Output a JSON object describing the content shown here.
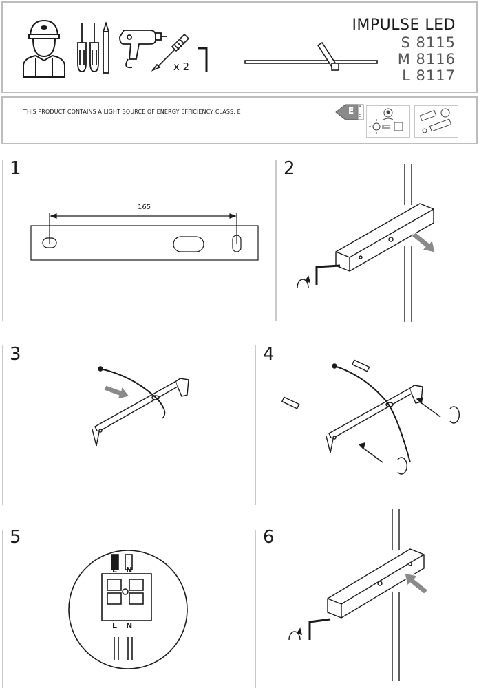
{
  "header": {
    "product_title": "IMPULSE LED",
    "models": [
      "S 8115",
      "M 8116",
      "L 8117"
    ],
    "screw_count": "x 2"
  },
  "info": {
    "energy_text": "THIS PRODUCT CONTAINS A LIGHT SOURCE OF ENERGY EFFICIENCY CLASS: E",
    "energy_class": "E",
    "scale_top": "A",
    "scale_bottom": "G"
  },
  "steps": [
    {
      "number": "1",
      "dimension": "165"
    },
    {
      "number": "2"
    },
    {
      "number": "3"
    },
    {
      "number": "4"
    },
    {
      "number": "5",
      "wire_labels_top": [
        "L",
        "N"
      ],
      "wire_labels_bottom": [
        "L",
        "N"
      ]
    },
    {
      "number": "6"
    }
  ]
}
